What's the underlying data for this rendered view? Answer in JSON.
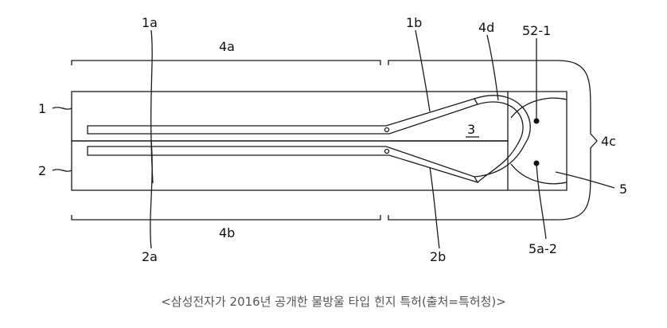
{
  "labels": {
    "l1a": "1a",
    "l4a": "4a",
    "l1b": "1b",
    "l4d": "4d",
    "l52_1": "52-1",
    "l1": "1",
    "l3": "3",
    "l4c": "4c",
    "l2": "2",
    "l5": "5",
    "l2a": "2a",
    "l4b": "4b",
    "l2b": "2b",
    "l5a_2": "5a-2"
  },
  "caption": "<삼성전자가 2016년 공개한 물방울 타입 힌지 특허(출처=특허청)>"
}
